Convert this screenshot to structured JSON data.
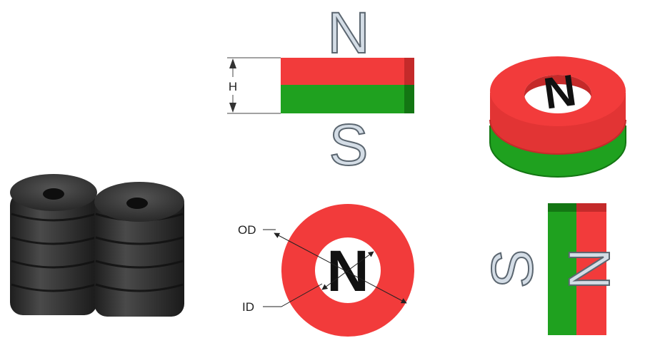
{
  "colors": {
    "north": "#f23b3b",
    "north_dark": "#c42a2a",
    "south": "#1fa11f",
    "south_dark": "#137613",
    "pole_letter_fill": "#d4dde6",
    "pole_letter_stroke": "#5b6670",
    "ferrite": "#3a3a3a",
    "ferrite_dark": "#1c1c1c"
  },
  "side_view": {
    "top_pole": "N",
    "bottom_pole": "S",
    "height_label": "H"
  },
  "iso_view": {
    "pole": "N"
  },
  "top_view": {
    "pole": "N",
    "outer_label": "OD",
    "inner_label": "ID"
  },
  "rotated_view": {
    "left_pole": "S",
    "right_pole": "N"
  },
  "photo": {
    "icon": "ferrite-ring-magnets-photo"
  }
}
